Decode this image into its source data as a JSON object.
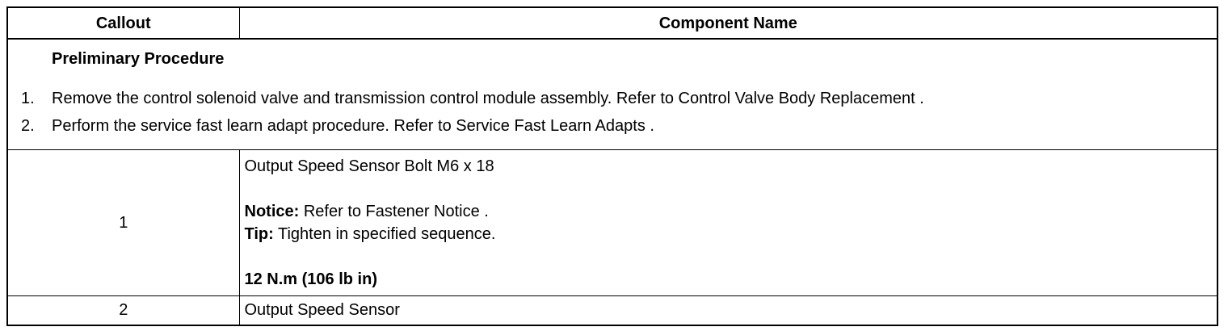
{
  "table": {
    "headers": {
      "callout": "Callout",
      "component": "Component Name"
    },
    "preliminary": {
      "title": "Preliminary Procedure",
      "steps": [
        {
          "num": "1.",
          "text": "Remove the control solenoid valve and transmission control module assembly. Refer to Control Valve Body Replacement ."
        },
        {
          "num": "2.",
          "text": "Perform the service fast learn adapt procedure. Refer to Service Fast Learn Adapts ."
        }
      ]
    },
    "rows": [
      {
        "callout": "1",
        "name": "Output Speed Sensor Bolt M6 x 18",
        "notice_label": "Notice:",
        "notice_text": " Refer to Fastener Notice .",
        "tip_label": "Tip:",
        "tip_text": " Tighten in specified sequence.",
        "torque": "12 N.m (106 lb in)"
      },
      {
        "callout": "2",
        "name": "Output Speed Sensor"
      }
    ]
  }
}
